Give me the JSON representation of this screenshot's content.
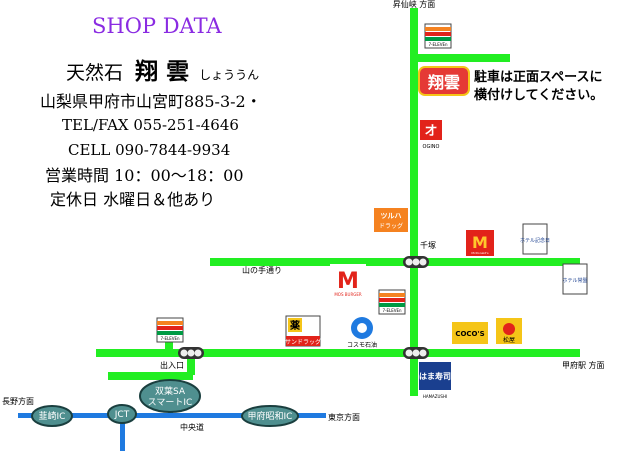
{
  "shop": {
    "heading": "SHOP DATA",
    "name_prefix": "天然石",
    "name_main": "翔 雲",
    "name_kana": "しょううん",
    "address": "山梨県甲府市山宮町885-3-2・",
    "tel_fax": "TEL/FAX 055-251-4646",
    "cell": "CELL 090-7844-9934",
    "hours": "営業時間 10：00〜18：00",
    "closed": "定休日 水曜日＆他あり"
  },
  "colors": {
    "road": "#22ee22",
    "highway": "#1f7ae0",
    "ic_fill": "#4f8f8f",
    "heading": "#8a2be2",
    "shop_logo": "#e53935"
  },
  "map": {
    "dir_north": "昇仙峡 方面",
    "dir_west": "長野方面",
    "dir_east": "東京方面",
    "dir_kofu_station": "甲府駅 方面",
    "road_yamanote": "山の手通り",
    "junction_senzuka": "千塚",
    "highway_name": "中央道",
    "entrance": "出入口",
    "parking_note_line1": "駐車は正面スペースに",
    "parking_note_line2": "横付けしてください。",
    "shop_logo_text": "翔雲",
    "interchanges": {
      "nirasaki": "韮崎IC",
      "jct": "JCT",
      "sa_line1": "双葉SA",
      "sa_line2": "スマートIC",
      "kofu_showa": "甲府昭和IC"
    },
    "landmarks": {
      "seven_eleven": "7-ELEVEn",
      "ogino": "OGINO",
      "tsuruha_line1": "ツルハ",
      "tsuruha_line2": "ドラッグ",
      "mcdonalds": "McDonald's",
      "hotel_kinenbi": "ホテル記念日",
      "hotel_tokiwa": "ホテル常盤",
      "mos_burger": "MOS BURGER",
      "sun_drug": "サンドラッグ",
      "cosmo": "コスモ石油",
      "cocos": "COCO'S",
      "matsuya": "松屋",
      "hamazushi": "はま寿司",
      "hamazushi_sub": "HAMAZUSHI"
    }
  }
}
